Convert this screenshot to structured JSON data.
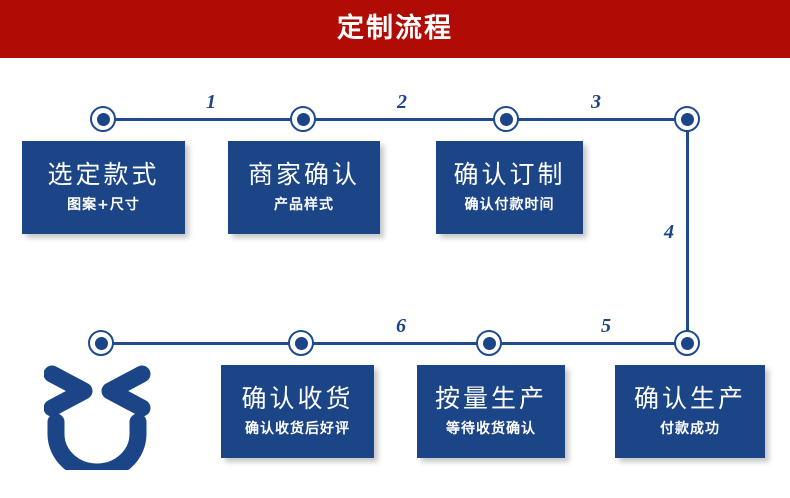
{
  "header": {
    "title": "定制流程",
    "background_color": "#b00b05",
    "text_color": "#ffffff"
  },
  "theme": {
    "box_blue": "#1c4587",
    "line_blue": "#1e4b8f",
    "banner_red": "#b00b05",
    "page_background": "#ffffff"
  },
  "flow": {
    "connectors": [
      {
        "label": "1",
        "from": "node-1",
        "to": "node-2",
        "orientation": "horizontal"
      },
      {
        "label": "2",
        "from": "node-2",
        "to": "node-3",
        "orientation": "horizontal"
      },
      {
        "label": "3",
        "from": "node-3",
        "to": "node-4",
        "orientation": "horizontal"
      },
      {
        "label": "4",
        "from": "node-4",
        "to": "node-5",
        "orientation": "vertical"
      },
      {
        "label": "5",
        "from": "node-5",
        "to": "node-6",
        "orientation": "horizontal"
      },
      {
        "label": "6",
        "from": "node-6",
        "to": "node-7",
        "orientation": "horizontal"
      }
    ],
    "steps": [
      {
        "id": "step-1",
        "title": "选定款式",
        "subtitle": "图案+尺寸",
        "row": "top"
      },
      {
        "id": "step-2",
        "title": "商家确认",
        "subtitle": "产品样式",
        "row": "top"
      },
      {
        "id": "step-3",
        "title": "确认订制",
        "subtitle": "确认付款时间",
        "row": "top"
      },
      {
        "id": "step-4",
        "title": "确认生产",
        "subtitle": "付款成功",
        "row": "bottom"
      },
      {
        "id": "step-5",
        "title": "按量生产",
        "subtitle": "等待收货确认",
        "row": "bottom"
      },
      {
        "id": "step-6",
        "title": "确认收货",
        "subtitle": "确认收货后好评",
        "row": "bottom"
      }
    ],
    "decoration": {
      "icon": "smiley-face-icon",
      "color": "#1c4587"
    }
  }
}
